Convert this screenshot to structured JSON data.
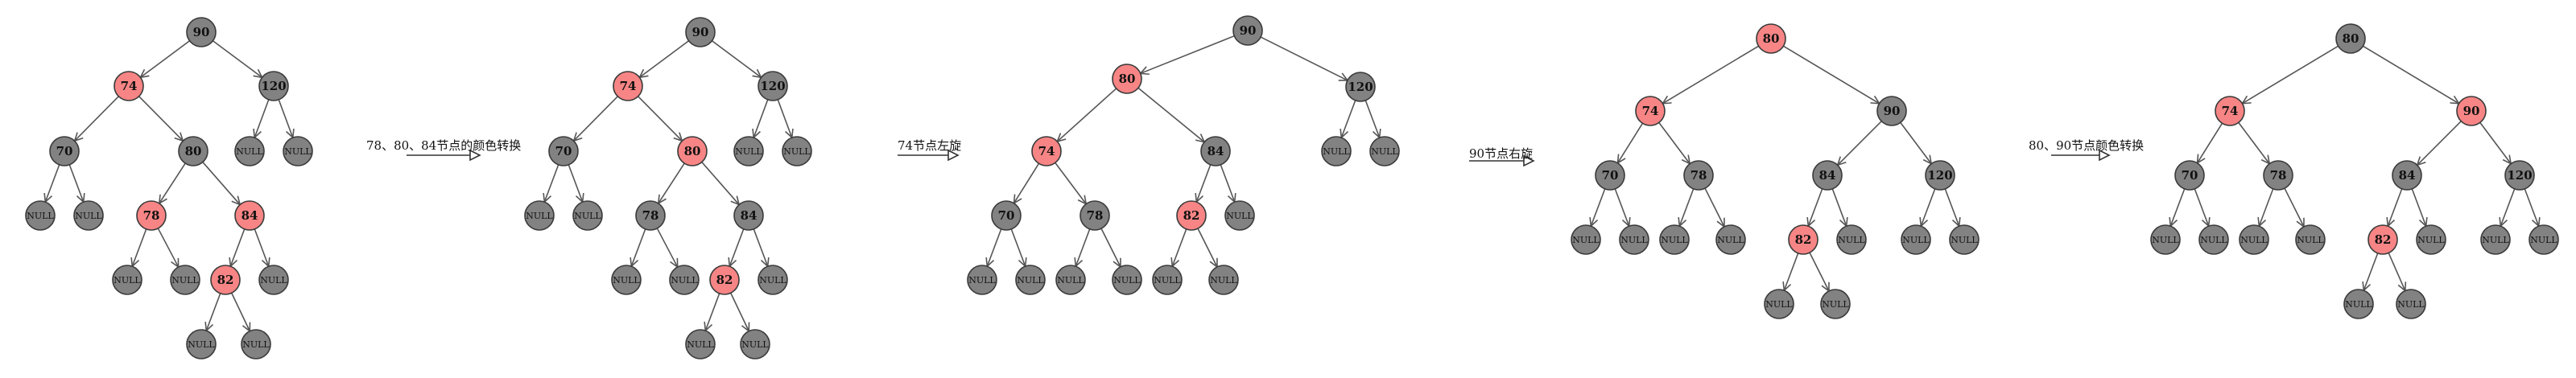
{
  "colors": {
    "black_node": "#828282",
    "red_node": "#f78585",
    "edge": "#555555"
  },
  "step_labels": [
    "78、80、84节点的颜色转换",
    "74节点左旋",
    "90节点右旋",
    "80、90节点颜色转换"
  ],
  "trees": [
    {
      "nodes": [
        {
          "id": "n90",
          "label": "90",
          "color": "black"
        },
        {
          "id": "n74",
          "label": "74",
          "color": "red"
        },
        {
          "id": "n120",
          "label": "120",
          "color": "black"
        },
        {
          "id": "n70",
          "label": "70",
          "color": "black"
        },
        {
          "id": "n80",
          "label": "80",
          "color": "black"
        },
        {
          "id": "u1",
          "label": "NULL",
          "color": "black"
        },
        {
          "id": "u2",
          "label": "NULL",
          "color": "black"
        },
        {
          "id": "u3",
          "label": "NULL",
          "color": "black"
        },
        {
          "id": "u4",
          "label": "NULL",
          "color": "black"
        },
        {
          "id": "n78",
          "label": "78",
          "color": "red"
        },
        {
          "id": "n84",
          "label": "84",
          "color": "red"
        },
        {
          "id": "u5",
          "label": "NULL",
          "color": "black"
        },
        {
          "id": "u6",
          "label": "NULL",
          "color": "black"
        },
        {
          "id": "n82",
          "label": "82",
          "color": "red"
        },
        {
          "id": "u7",
          "label": "NULL",
          "color": "black"
        },
        {
          "id": "u8",
          "label": "NULL",
          "color": "black"
        },
        {
          "id": "u9",
          "label": "NULL",
          "color": "black"
        }
      ],
      "edges": [
        [
          "n90",
          "n74"
        ],
        [
          "n90",
          "n120"
        ],
        [
          "n74",
          "n70"
        ],
        [
          "n74",
          "n80"
        ],
        [
          "n120",
          "u1"
        ],
        [
          "n120",
          "u2"
        ],
        [
          "n70",
          "u3"
        ],
        [
          "n70",
          "u4"
        ],
        [
          "n80",
          "n78"
        ],
        [
          "n80",
          "n84"
        ],
        [
          "n78",
          "u5"
        ],
        [
          "n78",
          "u6"
        ],
        [
          "n84",
          "n82"
        ],
        [
          "n84",
          "u7"
        ],
        [
          "n82",
          "u8"
        ],
        [
          "n82",
          "u9"
        ]
      ]
    },
    {
      "nodes": [
        {
          "id": "n90",
          "label": "90",
          "color": "black"
        },
        {
          "id": "n74",
          "label": "74",
          "color": "red"
        },
        {
          "id": "n120",
          "label": "120",
          "color": "black"
        },
        {
          "id": "n70",
          "label": "70",
          "color": "black"
        },
        {
          "id": "n80",
          "label": "80",
          "color": "red"
        },
        {
          "id": "u1",
          "label": "NULL",
          "color": "black"
        },
        {
          "id": "u2",
          "label": "NULL",
          "color": "black"
        },
        {
          "id": "u3",
          "label": "NULL",
          "color": "black"
        },
        {
          "id": "u4",
          "label": "NULL",
          "color": "black"
        },
        {
          "id": "n78",
          "label": "78",
          "color": "black"
        },
        {
          "id": "n84",
          "label": "84",
          "color": "black"
        },
        {
          "id": "u5",
          "label": "NULL",
          "color": "black"
        },
        {
          "id": "u6",
          "label": "NULL",
          "color": "black"
        },
        {
          "id": "n82",
          "label": "82",
          "color": "red"
        },
        {
          "id": "u7",
          "label": "NULL",
          "color": "black"
        },
        {
          "id": "u8",
          "label": "NULL",
          "color": "black"
        },
        {
          "id": "u9",
          "label": "NULL",
          "color": "black"
        }
      ],
      "edges": [
        [
          "n90",
          "n74"
        ],
        [
          "n90",
          "n120"
        ],
        [
          "n74",
          "n70"
        ],
        [
          "n74",
          "n80"
        ],
        [
          "n120",
          "u1"
        ],
        [
          "n120",
          "u2"
        ],
        [
          "n70",
          "u3"
        ],
        [
          "n70",
          "u4"
        ],
        [
          "n80",
          "n78"
        ],
        [
          "n80",
          "n84"
        ],
        [
          "n78",
          "u5"
        ],
        [
          "n78",
          "u6"
        ],
        [
          "n84",
          "n82"
        ],
        [
          "n84",
          "u7"
        ],
        [
          "n82",
          "u8"
        ],
        [
          "n82",
          "u9"
        ]
      ]
    },
    {
      "nodes": [
        {
          "id": "n90",
          "label": "90",
          "color": "black"
        },
        {
          "id": "n80",
          "label": "80",
          "color": "red"
        },
        {
          "id": "n120",
          "label": "120",
          "color": "black"
        },
        {
          "id": "n74",
          "label": "74",
          "color": "red"
        },
        {
          "id": "n84",
          "label": "84",
          "color": "black"
        },
        {
          "id": "u1",
          "label": "NULL",
          "color": "black"
        },
        {
          "id": "u2",
          "label": "NULL",
          "color": "black"
        },
        {
          "id": "n70",
          "label": "70",
          "color": "black"
        },
        {
          "id": "n78",
          "label": "78",
          "color": "black"
        },
        {
          "id": "n82",
          "label": "82",
          "color": "red"
        },
        {
          "id": "u3",
          "label": "NULL",
          "color": "black"
        },
        {
          "id": "u4",
          "label": "NULL",
          "color": "black"
        },
        {
          "id": "u5",
          "label": "NULL",
          "color": "black"
        },
        {
          "id": "u6",
          "label": "NULL",
          "color": "black"
        },
        {
          "id": "u7",
          "label": "NULL",
          "color": "black"
        },
        {
          "id": "u8",
          "label": "NULL",
          "color": "black"
        },
        {
          "id": "u9",
          "label": "NULL",
          "color": "black"
        }
      ],
      "edges": [
        [
          "n90",
          "n80"
        ],
        [
          "n90",
          "n120"
        ],
        [
          "n80",
          "n74"
        ],
        [
          "n80",
          "n84"
        ],
        [
          "n120",
          "u1"
        ],
        [
          "n120",
          "u2"
        ],
        [
          "n74",
          "n70"
        ],
        [
          "n74",
          "n78"
        ],
        [
          "n84",
          "n82"
        ],
        [
          "n84",
          "u3"
        ],
        [
          "n70",
          "u4"
        ],
        [
          "n70",
          "u5"
        ],
        [
          "n78",
          "u6"
        ],
        [
          "n78",
          "u7"
        ],
        [
          "n82",
          "u8"
        ],
        [
          "n82",
          "u9"
        ]
      ]
    },
    {
      "nodes": [
        {
          "id": "n80",
          "label": "80",
          "color": "red"
        },
        {
          "id": "n74",
          "label": "74",
          "color": "red"
        },
        {
          "id": "n90",
          "label": "90",
          "color": "black"
        },
        {
          "id": "n70",
          "label": "70",
          "color": "black"
        },
        {
          "id": "n78",
          "label": "78",
          "color": "black"
        },
        {
          "id": "n84",
          "label": "84",
          "color": "black"
        },
        {
          "id": "n120",
          "label": "120",
          "color": "black"
        },
        {
          "id": "u1",
          "label": "NULL",
          "color": "black"
        },
        {
          "id": "u2",
          "label": "NULL",
          "color": "black"
        },
        {
          "id": "u3",
          "label": "NULL",
          "color": "black"
        },
        {
          "id": "u4",
          "label": "NULL",
          "color": "black"
        },
        {
          "id": "n82",
          "label": "82",
          "color": "red"
        },
        {
          "id": "u5",
          "label": "NULL",
          "color": "black"
        },
        {
          "id": "u6",
          "label": "NULL",
          "color": "black"
        },
        {
          "id": "u7",
          "label": "NULL",
          "color": "black"
        },
        {
          "id": "u8",
          "label": "NULL",
          "color": "black"
        },
        {
          "id": "u9",
          "label": "NULL",
          "color": "black"
        }
      ],
      "edges": [
        [
          "n80",
          "n74"
        ],
        [
          "n80",
          "n90"
        ],
        [
          "n74",
          "n70"
        ],
        [
          "n74",
          "n78"
        ],
        [
          "n90",
          "n84"
        ],
        [
          "n90",
          "n120"
        ],
        [
          "n70",
          "u1"
        ],
        [
          "n70",
          "u2"
        ],
        [
          "n78",
          "u3"
        ],
        [
          "n78",
          "u4"
        ],
        [
          "n84",
          "n82"
        ],
        [
          "n84",
          "u5"
        ],
        [
          "n120",
          "u6"
        ],
        [
          "n120",
          "u7"
        ],
        [
          "n82",
          "u8"
        ],
        [
          "n82",
          "u9"
        ]
      ]
    },
    {
      "nodes": [
        {
          "id": "n80",
          "label": "80",
          "color": "black"
        },
        {
          "id": "n74",
          "label": "74",
          "color": "red"
        },
        {
          "id": "n90",
          "label": "90",
          "color": "red"
        },
        {
          "id": "n70",
          "label": "70",
          "color": "black"
        },
        {
          "id": "n78",
          "label": "78",
          "color": "black"
        },
        {
          "id": "n84",
          "label": "84",
          "color": "black"
        },
        {
          "id": "n120",
          "label": "120",
          "color": "black"
        },
        {
          "id": "u1",
          "label": "NULL",
          "color": "black"
        },
        {
          "id": "u2",
          "label": "NULL",
          "color": "black"
        },
        {
          "id": "u3",
          "label": "NULL",
          "color": "black"
        },
        {
          "id": "u4",
          "label": "NULL",
          "color": "black"
        },
        {
          "id": "n82",
          "label": "82",
          "color": "red"
        },
        {
          "id": "u5",
          "label": "NULL",
          "color": "black"
        },
        {
          "id": "u6",
          "label": "NULL",
          "color": "black"
        },
        {
          "id": "u7",
          "label": "NULL",
          "color": "black"
        },
        {
          "id": "u8",
          "label": "NULL",
          "color": "black"
        },
        {
          "id": "u9",
          "label": "NULL",
          "color": "black"
        }
      ],
      "edges": [
        [
          "n80",
          "n74"
        ],
        [
          "n80",
          "n90"
        ],
        [
          "n74",
          "n70"
        ],
        [
          "n74",
          "n78"
        ],
        [
          "n90",
          "n84"
        ],
        [
          "n90",
          "n120"
        ],
        [
          "n70",
          "u1"
        ],
        [
          "n70",
          "u2"
        ],
        [
          "n78",
          "u3"
        ],
        [
          "n78",
          "u4"
        ],
        [
          "n84",
          "n82"
        ],
        [
          "n84",
          "u5"
        ],
        [
          "n120",
          "u6"
        ],
        [
          "n120",
          "u7"
        ],
        [
          "n82",
          "u8"
        ],
        [
          "n82",
          "u9"
        ]
      ]
    }
  ]
}
